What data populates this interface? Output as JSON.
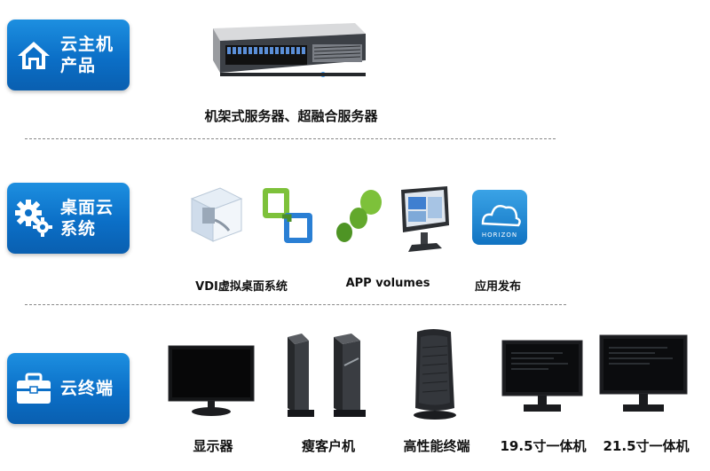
{
  "rows": {
    "cloud_host": {
      "label": "云主机产品",
      "icon": "house-icon"
    },
    "desktop_cloud": {
      "label": "桌面云系统",
      "icon": "gears-icon"
    },
    "cloud_terminal": {
      "label": "云终端",
      "icon": "briefcase-icon"
    }
  },
  "server": {
    "caption": "机架式服务器、超融合服务器",
    "icon": "rack-server-icon"
  },
  "desktop_items": [
    {
      "icon": "vdi-cube-icon",
      "caption": "VDI虚拟桌面系统"
    },
    {
      "icon": "vmware-view-icon",
      "caption": ""
    },
    {
      "icon": "app-volumes-icon",
      "caption": "APP volumes"
    },
    {
      "icon": "monitor-app-icon",
      "caption": ""
    },
    {
      "icon": "horizon-icon",
      "caption": "应用发布",
      "logo_text": "HORIZON"
    }
  ],
  "terminals": [
    {
      "icon": "display-icon",
      "caption": "显示器"
    },
    {
      "icon": "thin-client-icon",
      "caption": "瘦客户机"
    },
    {
      "icon": "high-performance-terminal-icon",
      "caption": "高性能终端"
    },
    {
      "icon": "aio-19-5-icon",
      "caption": "19.5寸一体机"
    },
    {
      "icon": "aio-21-5-icon",
      "caption": "21.5寸一体机"
    }
  ],
  "colors": {
    "badge": "#0b6fc7",
    "accent_green": "#7dc13a",
    "accent_blue": "#2a7fd4"
  }
}
